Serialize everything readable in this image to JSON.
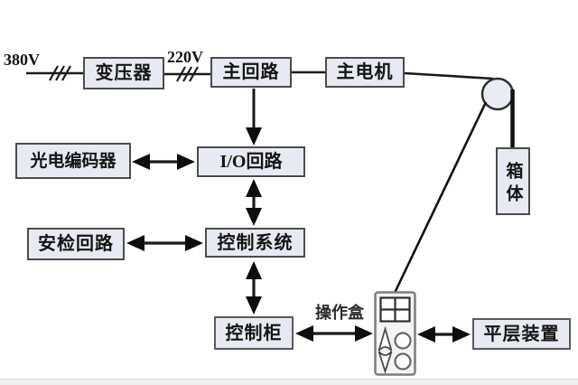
{
  "diagram": {
    "title_hint": "elevator-control-block-diagram",
    "power": {
      "input_voltage": "380V",
      "secondary_voltage": "220V"
    },
    "nodes": {
      "transformer": "变压器",
      "main_circuit": "主回路",
      "main_motor": "主电机",
      "io_circuit": "I/O回路",
      "photo_encoder": "光电编码器",
      "safety_circuit": "安检回路",
      "control_system": "控制系统",
      "control_cabinet": "控制柜",
      "operation_box": "操作盒",
      "leveling_device": "平层装置",
      "box_body": "箱体"
    },
    "colors": {
      "box_fill": "#e7eaf2",
      "box_border": "#4b4b4b",
      "line": "#1a1a1a",
      "arrow": "#0d0d0d"
    }
  }
}
